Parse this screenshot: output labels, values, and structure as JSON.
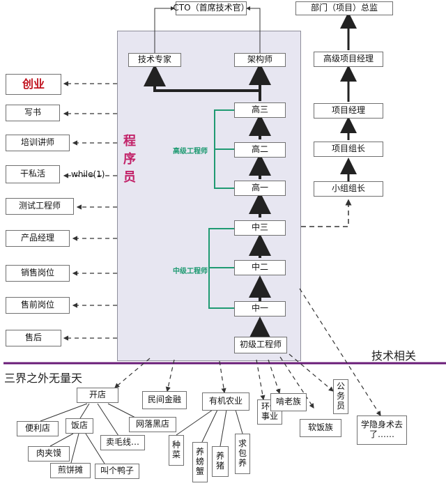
{
  "panel_label": "程序员",
  "top": {
    "cto": "CTO（首席技术官）",
    "expert": "技术专家",
    "architect": "架构师",
    "director": "部门（项目）总监"
  },
  "ladder": [
    "高三",
    "高二",
    "高一",
    "中三",
    "中二",
    "中一",
    "初级工程师"
  ],
  "bracket_labels": {
    "senior": "高级工程师",
    "mid": "中级工程师"
  },
  "management": [
    "高级项目经理",
    "项目经理",
    "项目组长",
    "小组组长"
  ],
  "left": [
    "创业",
    "写书",
    "培训讲师",
    "干私活",
    "测试工程师",
    "产品经理",
    "销售岗位",
    "售前岗位",
    "售后"
  ],
  "while_label": "while(1)",
  "tech_label": "技术相关",
  "other_label": "三界之外无量天",
  "outside": {
    "shop": "开店",
    "conv": "便利店",
    "rest": "饭店",
    "roujia": "肉夹馍",
    "jianbing": "煎饼摊",
    "maomao": "卖毛线…",
    "duck": "叫个鸭子",
    "netshop": "网落黑店",
    "finance": "民间金融",
    "agri": "有机农业",
    "grow": "种菜",
    "crab": "养螃蟹",
    "pig": "养猪",
    "pack": "求包养",
    "env": "环保事业",
    "lao": "啃老族",
    "soft": "软饭族",
    "civil": "公务员",
    "learn": "学隐身术去了……"
  }
}
